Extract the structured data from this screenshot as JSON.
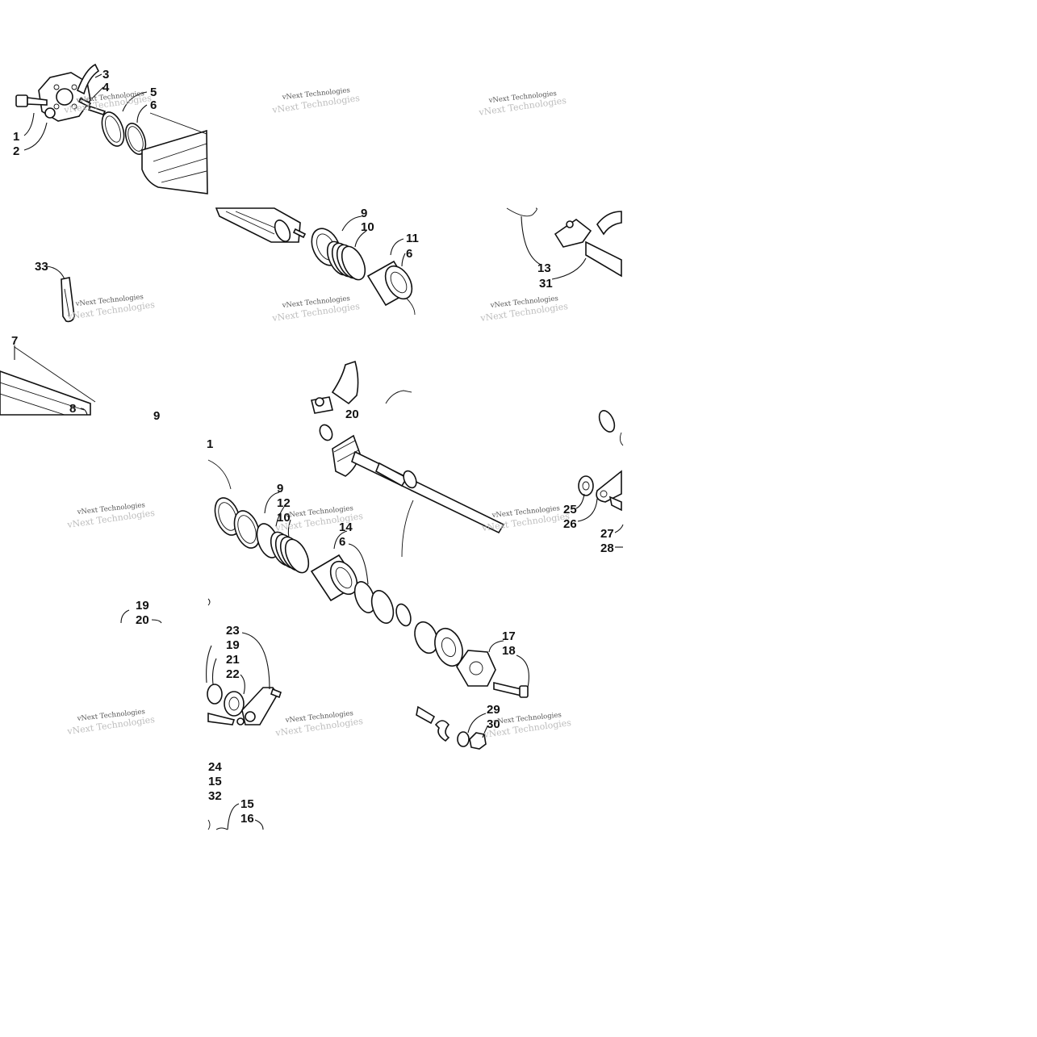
{
  "watermark": {
    "text": "vNext Technologies"
  },
  "callouts": [
    {
      "id": "1a",
      "text": "1"
    },
    {
      "id": "2a",
      "text": "2"
    },
    {
      "id": "3a",
      "text": "3"
    },
    {
      "id": "4a",
      "text": "4"
    },
    {
      "id": "5a",
      "text": "5"
    },
    {
      "id": "6a",
      "text": "6"
    },
    {
      "id": "9a",
      "text": "9"
    },
    {
      "id": "10a",
      "text": "10"
    },
    {
      "id": "11a",
      "text": "11"
    },
    {
      "id": "6b",
      "text": "6"
    },
    {
      "id": "13a",
      "text": "13"
    },
    {
      "id": "31a",
      "text": "31"
    },
    {
      "id": "33a",
      "text": "33"
    },
    {
      "id": "7a",
      "text": "7"
    },
    {
      "id": "8a",
      "text": "8"
    },
    {
      "id": "9b",
      "text": "9"
    },
    {
      "id": "20a",
      "text": "20"
    },
    {
      "id": "11b",
      "text": "1"
    },
    {
      "id": "9c",
      "text": "9"
    },
    {
      "id": "12a",
      "text": "12"
    },
    {
      "id": "10b",
      "text": "10"
    },
    {
      "id": "14a",
      "text": "14"
    },
    {
      "id": "6c",
      "text": "6"
    },
    {
      "id": "25a",
      "text": "25"
    },
    {
      "id": "26a",
      "text": "26"
    },
    {
      "id": "27a",
      "text": "27"
    },
    {
      "id": "28a",
      "text": "28"
    },
    {
      "id": "19a",
      "text": "19"
    },
    {
      "id": "20b",
      "text": "20"
    },
    {
      "id": "23a",
      "text": "23"
    },
    {
      "id": "19b",
      "text": "19"
    },
    {
      "id": "21a",
      "text": "21"
    },
    {
      "id": "22a",
      "text": "22"
    },
    {
      "id": "17a",
      "text": "17"
    },
    {
      "id": "18a",
      "text": "18"
    },
    {
      "id": "29a",
      "text": "29"
    },
    {
      "id": "30a",
      "text": "30"
    },
    {
      "id": "24a",
      "text": "24"
    },
    {
      "id": "15a",
      "text": "15"
    },
    {
      "id": "32a",
      "text": "32"
    },
    {
      "id": "15b",
      "text": "15"
    },
    {
      "id": "16a",
      "text": "16"
    }
  ]
}
